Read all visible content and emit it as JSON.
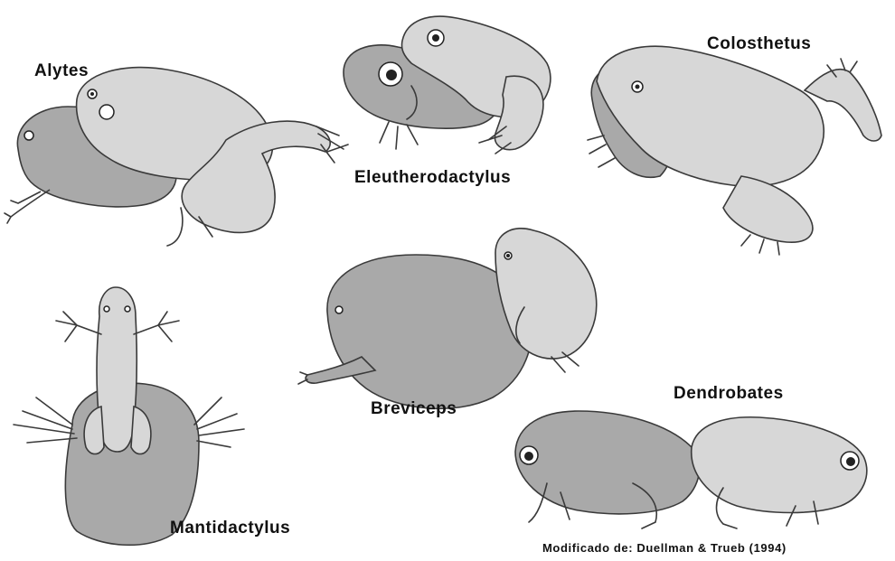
{
  "labels": {
    "alytes": "Alytes",
    "eleutherodactylus": "Eleutherodactylus",
    "colosthetus": "Colosthetus",
    "breviceps": "Breviceps",
    "mantidactylus": "Mantidactylus",
    "dendrobates": "Dendrobates"
  },
  "credit": "Modificado de: Duellman & Trueb (1994)",
  "colors": {
    "female_fill": "#a9a9a9",
    "male_fill": "#d7d7d7",
    "outline": "#3a3a3a"
  }
}
